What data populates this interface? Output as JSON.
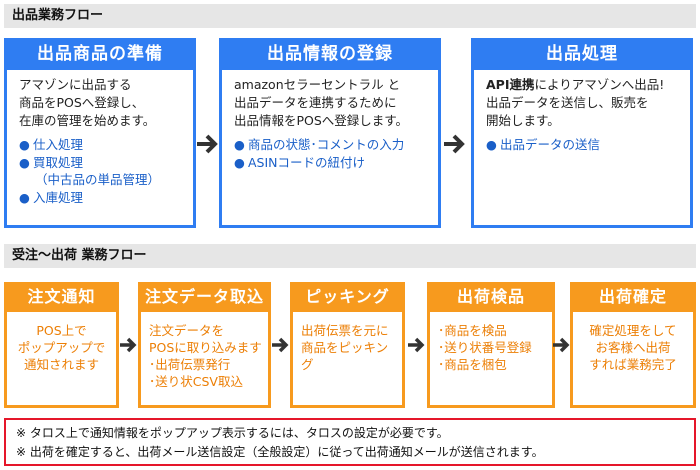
{
  "section1": {
    "header": "出品業務フロー",
    "cards": [
      {
        "title": "出品商品の準備",
        "desc": "アマゾンに出品する\n商品をPOSへ登録し、\n在庫の管理を始めます。",
        "bullets": [
          {
            "text": "仕入処理",
            "sub": ""
          },
          {
            "text": "買取処理",
            "sub": "（中古品の単品管理）"
          },
          {
            "text": "入庫処理",
            "sub": ""
          }
        ]
      },
      {
        "title": "出品情報の登録",
        "desc": "amazonセラーセントラル と\n出品データを連携するために\n出品情報をPOSへ登録します。",
        "bullets": [
          {
            "text": "商品の状態･コメントの入力",
            "sub": ""
          },
          {
            "text": "ASINコードの紐付け",
            "sub": ""
          }
        ]
      },
      {
        "title": "出品処理",
        "desc_bold": "API連携",
        "desc": "によりアマゾンへ出品!\n出品データを送信し、販売を\n開始します。",
        "bullets": [
          {
            "text": "出品データの送信",
            "sub": ""
          }
        ]
      }
    ]
  },
  "section2": {
    "header": "受注～出荷 業務フロー",
    "cards": [
      {
        "title": "注文通知",
        "body": "POS上で\nポップアップで\n通知されます"
      },
      {
        "title": "注文データ取込",
        "body": "注文データを\nPOSに取り込みます\n･出荷伝票発行\n･送り状CSV取込"
      },
      {
        "title": "ピッキング",
        "body": "出荷伝票を元に\n商品をピッキング"
      },
      {
        "title": "出荷検品",
        "body": "･商品を検品\n･送り状番号登録\n･商品を梱包"
      },
      {
        "title": "出荷確定",
        "body": "確定処理をして\nお客様へ出荷\nすれば業務完了"
      }
    ]
  },
  "notes": [
    "※ タロス上で通知情報をポップアップ表示するには、タロスの設定が必要です。",
    "※ 出荷を確定すると、出荷メール送信設定（全般設定）に従って出荷通知メールが送信されます。"
  ],
  "colors": {
    "blue": "#2f7df2",
    "bullet_blue": "#1a5fc8",
    "orange": "#f79a1e",
    "orange_text": "#ec7f06",
    "notes_border": "#e5172a",
    "header_bg": "#e6e6e6"
  },
  "icons": {
    "flow_arrow": "arrow-right-icon",
    "bullet": "bullet-dot-icon"
  }
}
